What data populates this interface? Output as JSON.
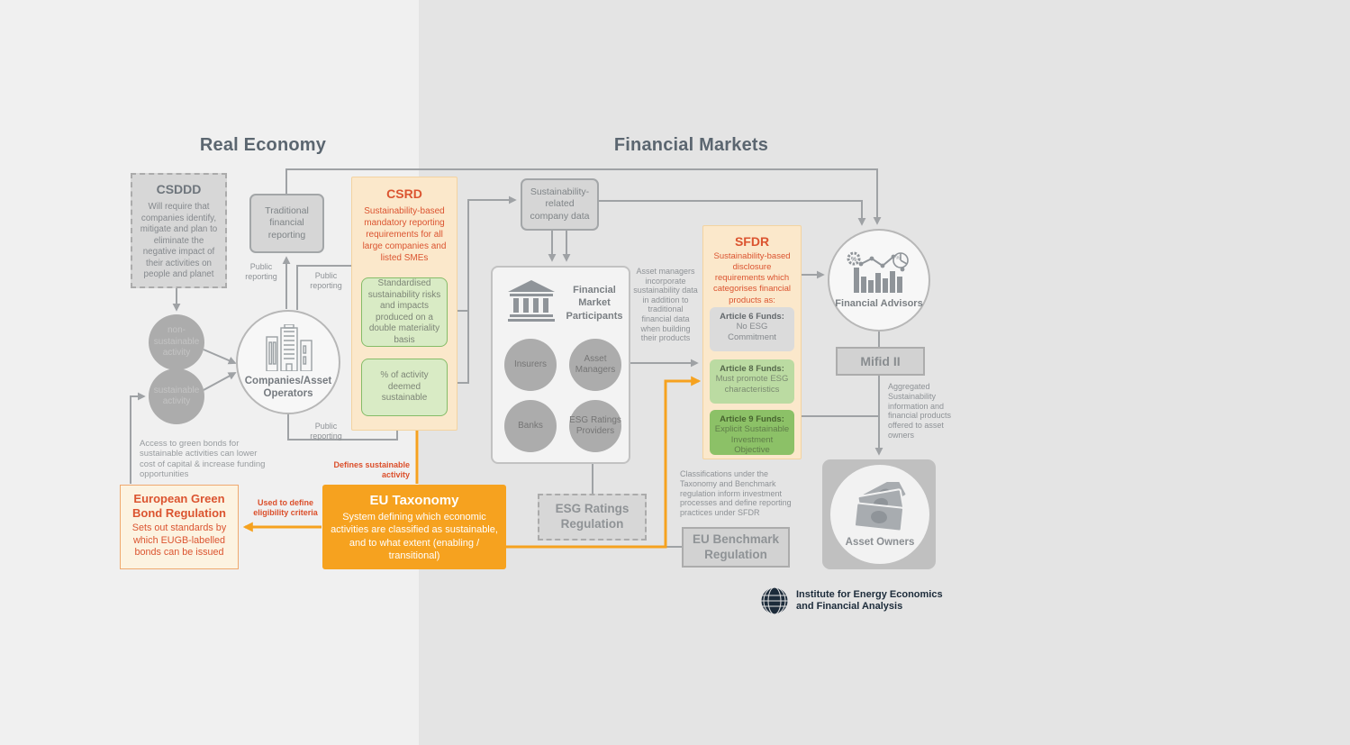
{
  "diagram": {
    "headers": {
      "left": "Real Economy",
      "right": "Financial Markets"
    },
    "csddd": {
      "title": "CSDDD",
      "body": "Will require that companies identify, mitigate and plan to eliminate the negative impact of their activities on people and planet"
    },
    "traditional_reporting": {
      "label": "Traditional financial reporting"
    },
    "public_reporting_label": "Public reporting",
    "csrd": {
      "title": "CSRD",
      "body": "Sustainability-based mandatory reporting requirements for all large companies and listed SMEs",
      "box_standardised": "Standardised sustainability risks and impacts produced on a double materiality basis",
      "box_pct": "% of activity deemed sustainable"
    },
    "company_data": {
      "label": "Sustainability-related company data"
    },
    "fmp": {
      "title": "Financial Market Participants",
      "circles": [
        "Insurers",
        "Asset Managers",
        "Banks",
        "ESG Ratings Providers"
      ]
    },
    "asset_managers_note": "Asset managers incorporate sustainability data in addition to traditional financial data when building their products",
    "sfdr": {
      "title": "SFDR",
      "body": "Sustainability-based disclosure requirements which categorises financial products as:",
      "articles": [
        {
          "title": "Article 6 Funds:",
          "body": "No ESG Commitment"
        },
        {
          "title": "Article 8 Funds:",
          "body": "Must promote ESG characteristics"
        },
        {
          "title": "Article 9 Funds:",
          "body": "Explicit Sustainable Investment Objective"
        }
      ]
    },
    "financial_advisors": {
      "label": "Financial Advisors"
    },
    "mifid": {
      "label": "Mifid II"
    },
    "aggregated_note": "Aggregated Sustainability information and financial products offered to asset owners",
    "asset_owners": {
      "label": "Asset Owners"
    },
    "esg_ratings_regulation": {
      "label": "ESG Ratings Regulation"
    },
    "eu_benchmark_regulation": {
      "label": "EU Benchmark Regulation"
    },
    "classifications_note": "Classifications under the Taxonomy and Benchmark regulation inform investment processes and define reporting practices under SFDR",
    "eu_taxonomy": {
      "title": "EU Taxonomy",
      "body": "System defining which economic activities are classified as sustainable, and to what extent (enabling / transitional)"
    },
    "egbr": {
      "title": "European Green Bond Regulation",
      "body": "Sets out standards by which EUGB-labelled bonds can be issued"
    },
    "green_bonds_note": "Access to green bonds for sustainable activities can lower cost of capital & increase funding opportunities",
    "arrow_labels": {
      "defines": "Defines sustainable activity",
      "eligibility": "Used to define eligibility criteria"
    },
    "companies": {
      "label": "Companies/Asset Operators"
    },
    "activities": {
      "non_sustainable": "non-sustainable activity",
      "sustainable": "sustainable activity"
    },
    "footer": {
      "org": "Institute for Energy Economics and Financial Analysis"
    },
    "colors": {
      "accent_orange": "#F6A21F",
      "text_orange_red": "#DB5430",
      "peach_fill": "#FBE8CB",
      "green_light": "#D9EBC5",
      "green_mid": "#BBDBA2",
      "green_dark": "#8CC167",
      "line_gray": "#9FA2A5",
      "navy": "#1C2B3A"
    }
  }
}
